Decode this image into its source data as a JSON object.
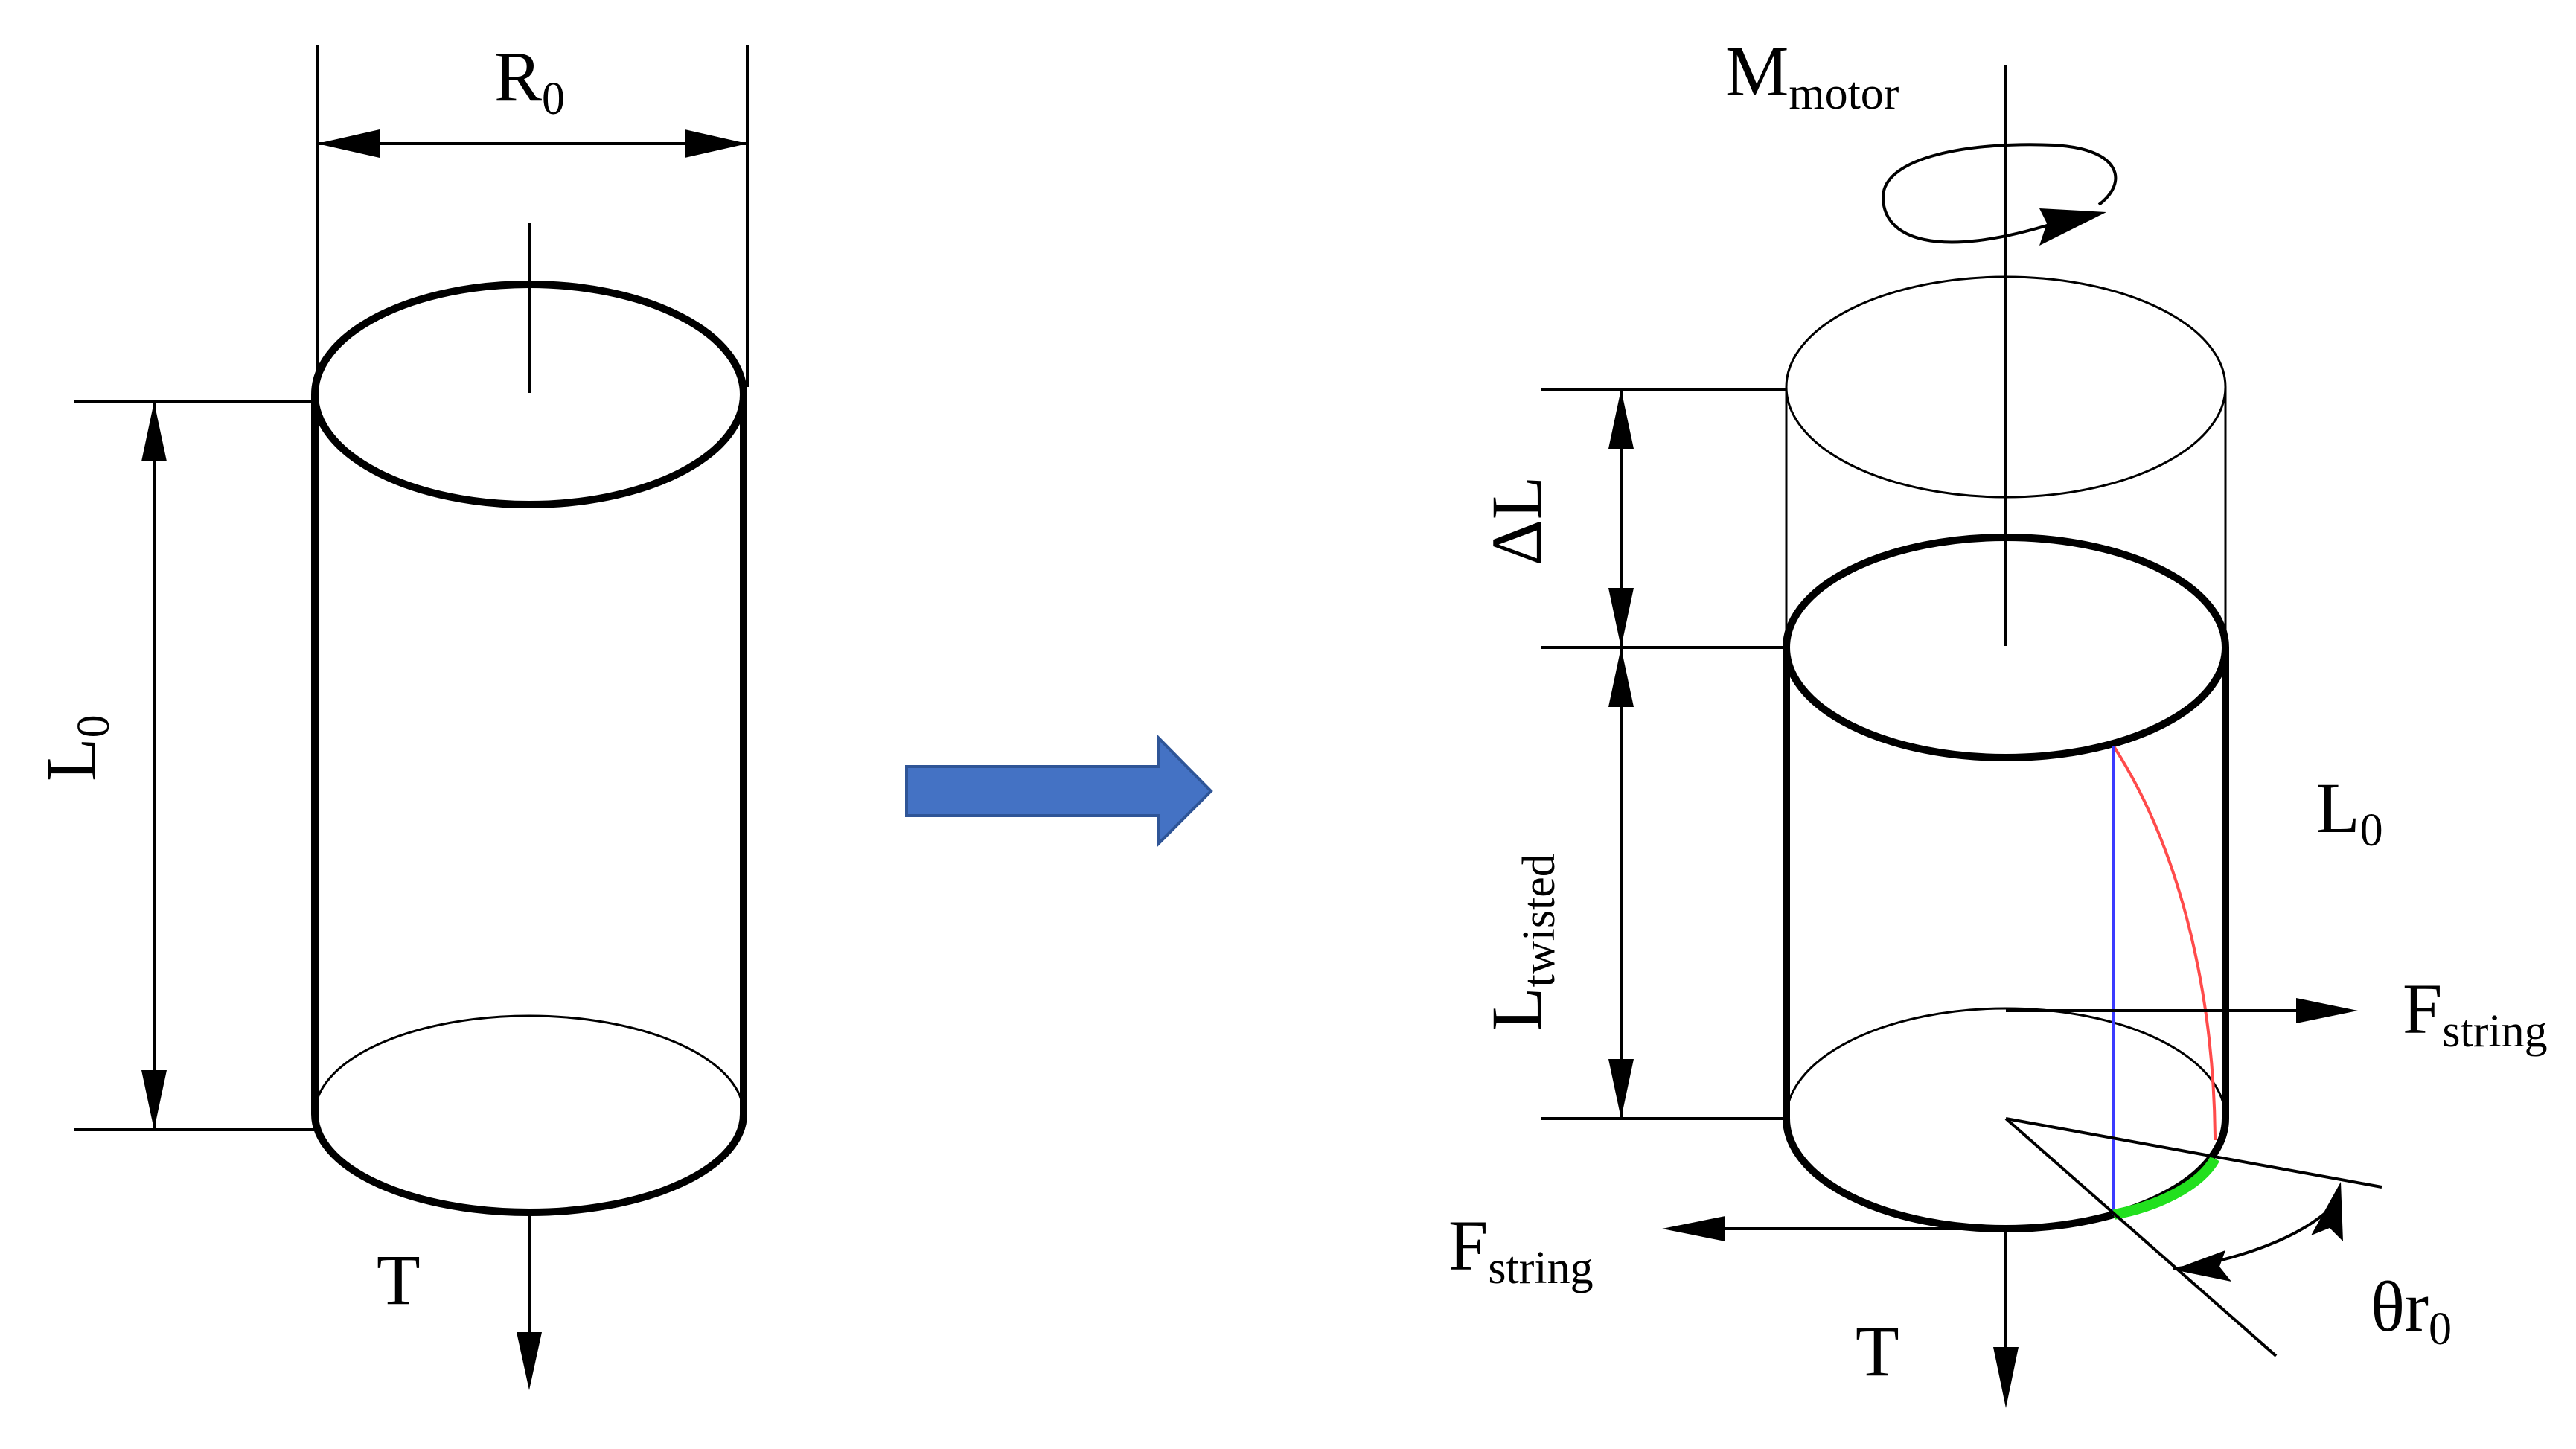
{
  "left_cylinder": {
    "radius_label": "R",
    "radius_sub": "0",
    "length_label": "L",
    "length_sub": "0",
    "tension_label": "T"
  },
  "right_cylinder": {
    "motor_label": "M",
    "motor_sub": "motor",
    "delta_label": "ΔL",
    "twisted_label": "L",
    "twisted_sub": "twisted",
    "length_label": "L",
    "length_sub": "0",
    "force_right_label": "F",
    "force_right_sub": "string",
    "force_left_label": "F",
    "force_left_sub": "string",
    "tension_label": "T",
    "angle_label": "θr",
    "angle_sub": "0"
  },
  "colors": {
    "transform_arrow": "#4472C4",
    "transform_arrow_stroke": "#2F5597",
    "helix_line": "#FF4B4B",
    "straight_line": "#3B3BFF",
    "arc_line": "#22E01E",
    "ink": "#000000"
  }
}
